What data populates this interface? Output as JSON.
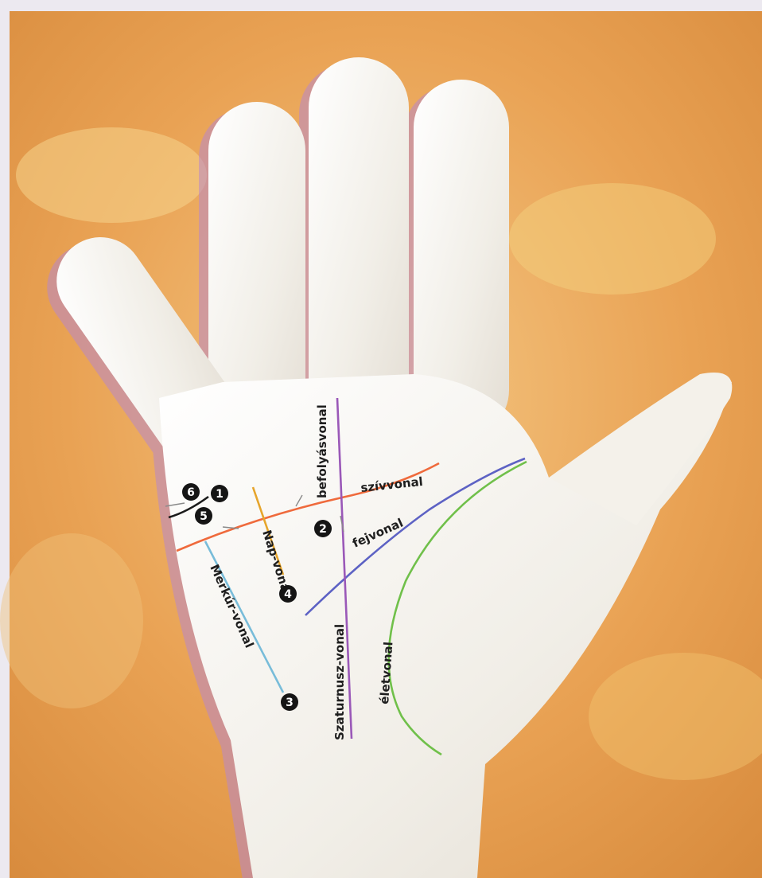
{
  "labels": {
    "heart_line": "szívvonal",
    "head_line": "fejvonal",
    "life_line": "életvonal",
    "fate_line": "Szaturnusz-vonal",
    "influence_line": "befolyásvonal",
    "sun_line": "Nap-vonal",
    "mercury_line": "Merkúr-vonal"
  },
  "markers": [
    "1",
    "2",
    "3",
    "4",
    "5",
    "6"
  ],
  "colors": {
    "heart_line": "#ef6a3c",
    "head_line": "#5d62c4",
    "life_line": "#70c04a",
    "fate_line": "#9a58b8",
    "sun_line": "#e6a52c",
    "mercury_line": "#78bcd9",
    "marker": "#151515",
    "background": "#e9a254",
    "palm": "#f2efe8"
  }
}
